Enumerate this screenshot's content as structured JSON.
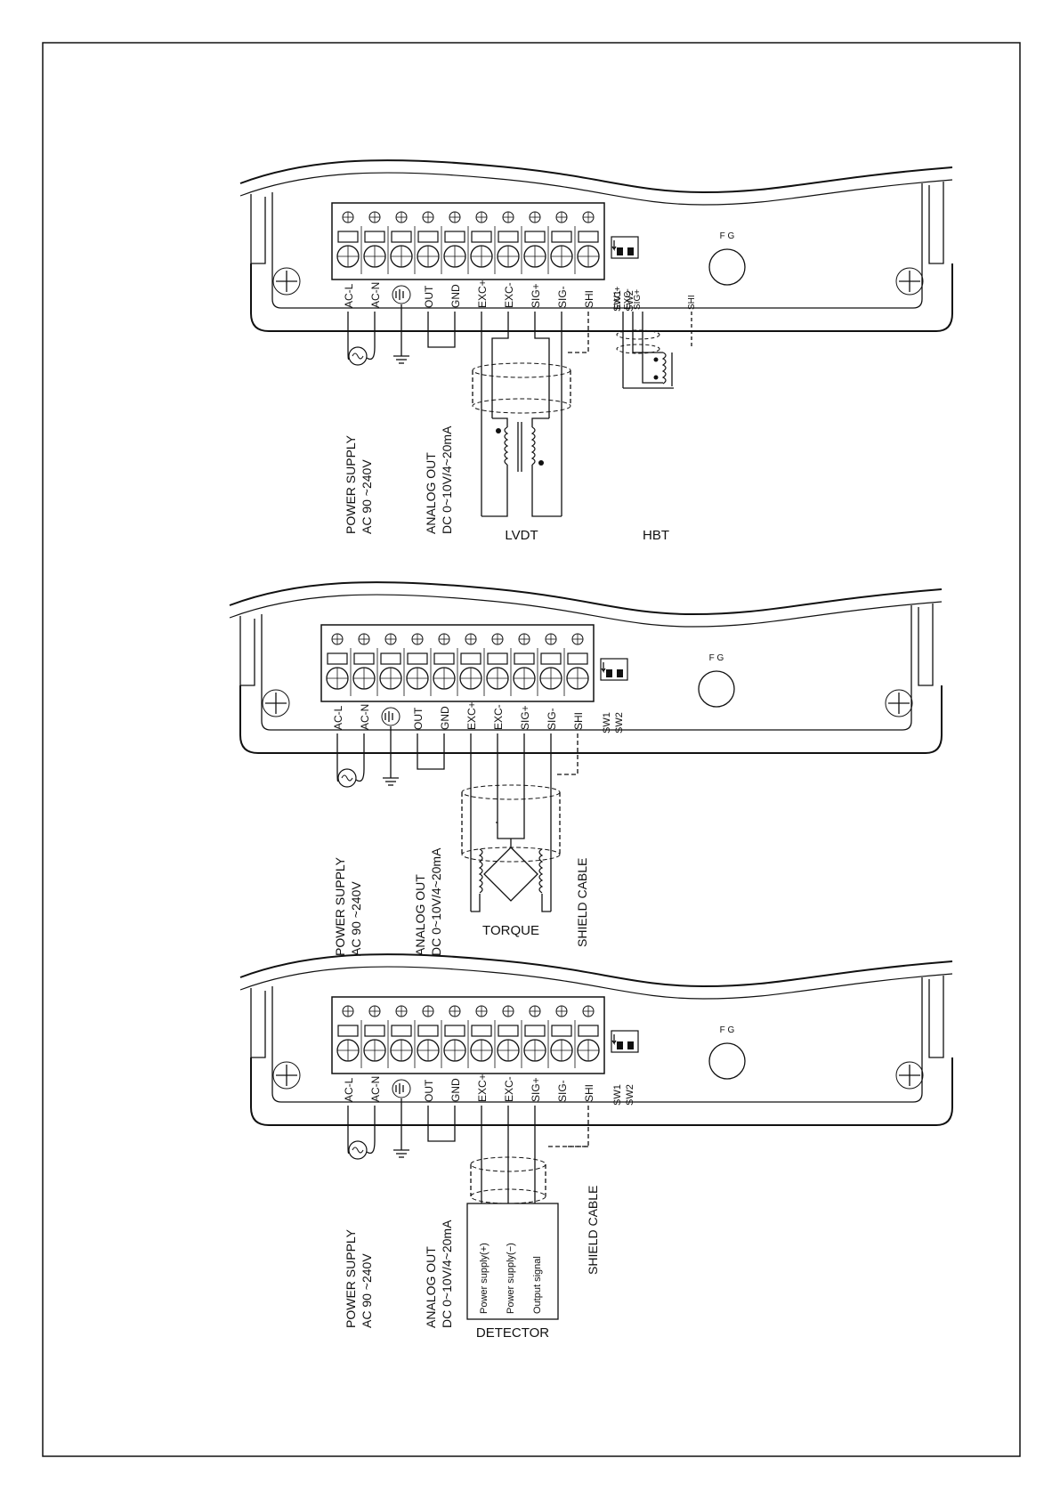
{
  "terminals": [
    "AC-L",
    "AC-N",
    "",
    "OUT",
    "GND",
    "EXC+",
    "EXC-",
    "SIG+",
    "SIG-",
    "SHI"
  ],
  "switches": [
    "SW1",
    "SW2"
  ],
  "fg_label": "F G",
  "power_supply": {
    "line1": "POWER SUPPLY",
    "line2": "AC 90 ~240V"
  },
  "analog_out": {
    "line1": "ANALOG OUT",
    "line2": "DC 0~10V/4~20mA"
  },
  "panels": [
    {
      "id": "lvdt",
      "sensor_labels": [
        "LVDT",
        "HBT"
      ],
      "hbt_terminals": [
        "EXC+",
        "EXC-",
        "SIG+",
        "SHI"
      ]
    },
    {
      "id": "torque",
      "sensor_labels": [
        "TORQUE"
      ],
      "cable_label": "SHIELD CABLE"
    },
    {
      "id": "detector",
      "sensor_labels": [
        "DETECTOR"
      ],
      "cable_label": "SHIELD CABLE",
      "detector_pins": [
        "Power supply(+)",
        "Power supply(−)",
        "Output signal"
      ]
    }
  ]
}
